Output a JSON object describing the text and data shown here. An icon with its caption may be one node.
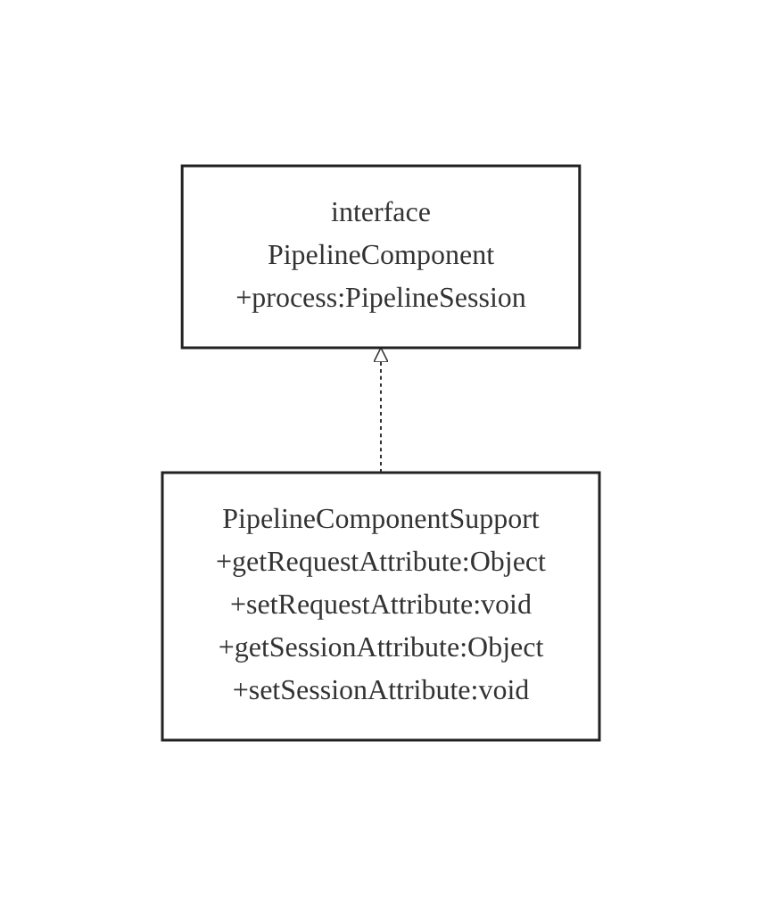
{
  "diagram": {
    "nodes": [
      {
        "text": [
          "interface",
          "PipelineComponent",
          "+process:PipelineSession"
        ]
      },
      {
        "text": [
          "PipelineComponentSupport",
          "+getRequestAttribute:Object",
          "+setRequestAttribute:void",
          "+getSessionAttribute:Object",
          "+setSessionAttribute:void"
        ]
      }
    ],
    "edges": [
      {
        "from": 1,
        "to": 0,
        "arrow": "to",
        "style": "dashed"
      }
    ]
  }
}
